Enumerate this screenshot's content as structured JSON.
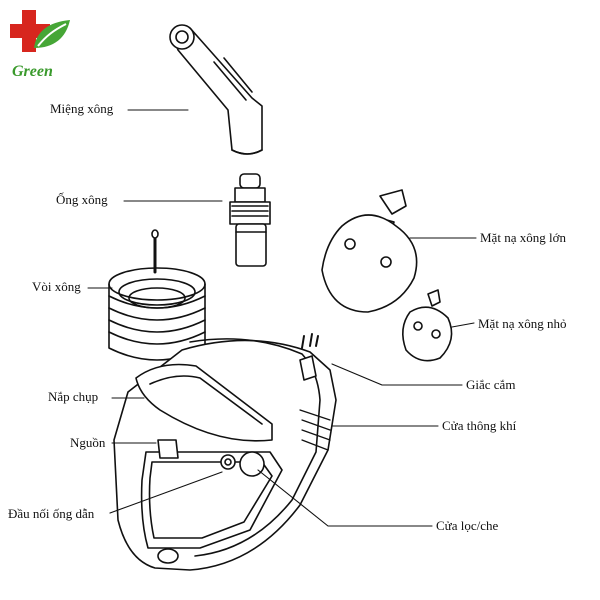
{
  "logo": {
    "text": "Green",
    "cross_color": "#d7261e",
    "leaf_color": "#46a636"
  },
  "labels": {
    "mouthpiece": "Miệng xông",
    "nebulizer_cup": "Ống xông",
    "tubing": "Vòi xông",
    "lid": "Nắp chụp",
    "power": "Nguồn",
    "tube_connector": "Đầu nối ống dẫn",
    "adult_mask": "Mặt nạ xông lớn",
    "child_mask": "Mặt nạ xông nhỏ",
    "plug": "Giắc cắm",
    "air_vent": "Cửa thông khí",
    "filter_cover": "Cửa lọc/che"
  }
}
